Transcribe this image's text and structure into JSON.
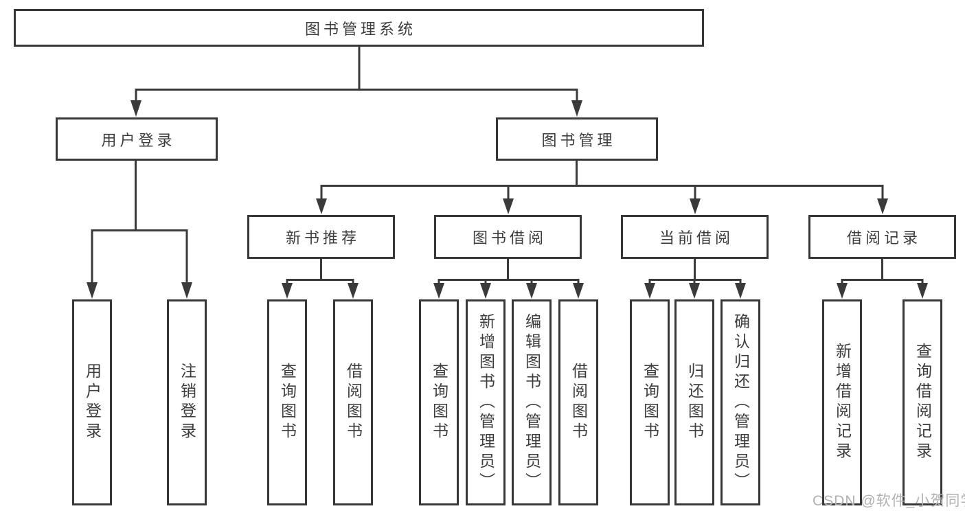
{
  "diagram_type": "hierarchy-tree",
  "colors": {
    "background": "#ffffff",
    "line": "#3a3a3a",
    "box_border": "#373737",
    "box_fill": "#ffffff",
    "text": "#3d3d3d",
    "watermark": "#b3b0b0"
  },
  "tree": {
    "label": "图书管理系统",
    "children": [
      {
        "label": "用户登录",
        "children": [
          {
            "label": "用户登录"
          },
          {
            "label": "注销登录"
          }
        ]
      },
      {
        "label": "图书管理",
        "children": [
          {
            "label": "新书推荐",
            "children": [
              {
                "label": "查询图书"
              },
              {
                "label": "借阅图书"
              }
            ]
          },
          {
            "label": "图书借阅",
            "children": [
              {
                "label": "查询图书"
              },
              {
                "label": "新增图书（管理员）"
              },
              {
                "label": "编辑图书（管理员）"
              },
              {
                "label": "借阅图书"
              }
            ]
          },
          {
            "label": "当前借阅",
            "children": [
              {
                "label": "查询图书"
              },
              {
                "label": "归还图书"
              },
              {
                "label": "确认归还（管理员）"
              }
            ]
          },
          {
            "label": "借阅记录",
            "children": [
              {
                "label": "新增借阅记录"
              },
              {
                "label": "查询借阅记录"
              }
            ]
          }
        ]
      }
    ]
  },
  "watermark": {
    "text": "CSDN @软件_小贺同学"
  }
}
